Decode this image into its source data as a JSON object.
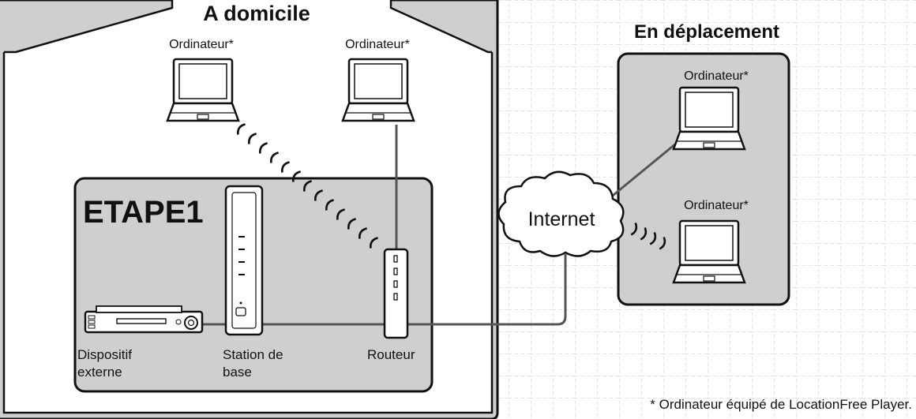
{
  "home": {
    "title": "A domicile",
    "step_label": "ETAPE1",
    "computer_left_label": "Ordinateur*",
    "computer_right_label": "Ordinateur*",
    "external_device_line1": "Dispositif",
    "external_device_line2": "externe",
    "base_station_line1": "Station de",
    "base_station_line2": "base",
    "router_label": "Routeur"
  },
  "internet": {
    "label": "Internet"
  },
  "away": {
    "title": "En déplacement",
    "computer_top_label": "Ordinateur*",
    "computer_bottom_label": "Ordinateur*"
  },
  "footnote": "* Ordinateur équipé de LocationFree Player."
}
